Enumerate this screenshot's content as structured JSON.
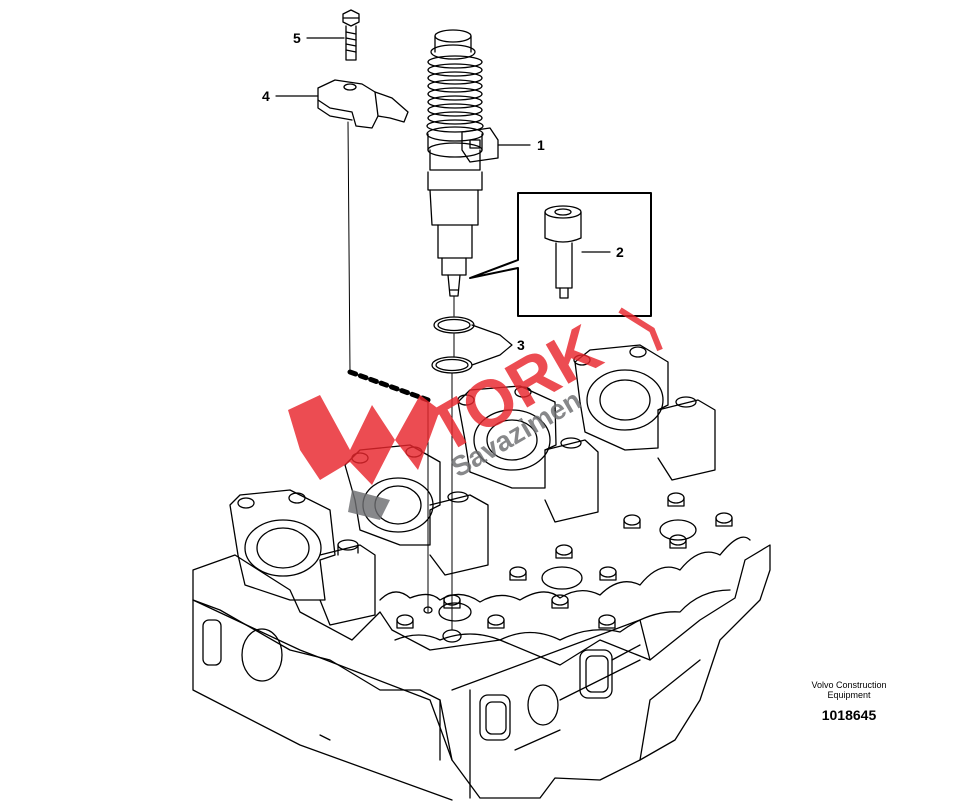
{
  "callouts": [
    {
      "id": "1",
      "label": "1"
    },
    {
      "id": "2",
      "label": "2"
    },
    {
      "id": "3",
      "label": "3"
    },
    {
      "id": "4",
      "label": "4"
    },
    {
      "id": "5",
      "label": "5"
    }
  ],
  "caption": {
    "line1": "Volvo Construction",
    "line2": "Equipment",
    "drawing_number": "1018645"
  },
  "watermark": {
    "brand": "TORK",
    "sub": "Savazimen"
  },
  "colors": {
    "line": "#000000",
    "watermark_red": "#e8262d",
    "watermark_grey": "#6d6e71"
  }
}
